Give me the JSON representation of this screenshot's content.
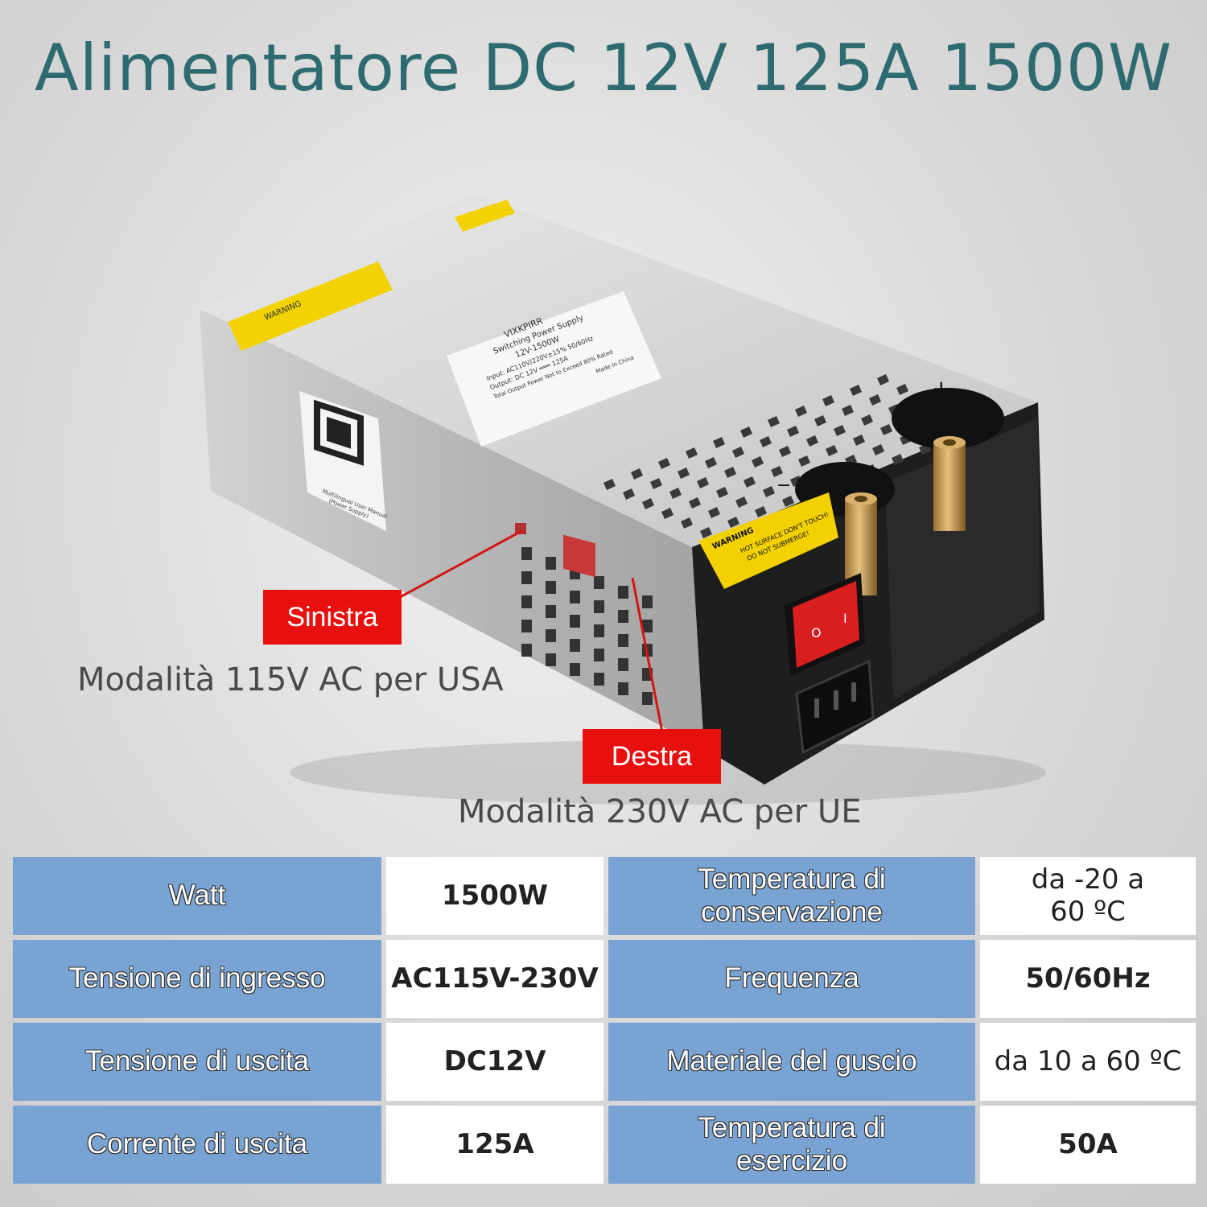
{
  "title": "Alimentatore DC 12V 125A 1500W",
  "product": {
    "brand": "VIXKPIRR",
    "label_lines": [
      "VIXKPIRR",
      "Switching Power Supply",
      "12V-1500W",
      "Input: AC110V/220V±15%  50/60Hz",
      "Output: DC 12V ═══ 125A",
      "Total Output Power Not to Exceed 80% Rated",
      "Made In China"
    ],
    "warning_top": "WARNING",
    "warning_front": "WARNING",
    "warning_front_lines": [
      "HOT SURFACE DON'T TOUCH!",
      "DO NOT SUBMERGE!"
    ],
    "manual_lines": [
      "Multilingual User Manual",
      "(Power Supply)"
    ],
    "terminal_plus": "+",
    "terminal_minus": "−",
    "switch_marks": [
      "I",
      "O"
    ]
  },
  "callouts": {
    "left": {
      "tag": "Sinistra",
      "text": "Modalità 115V AC per USA"
    },
    "right": {
      "tag": "Destra",
      "text": "Modalità 230V AC per UE"
    }
  },
  "specs": [
    {
      "label": "Watt",
      "value": "1500W",
      "label2": "Temperatura di conservazione",
      "value2": "da -20 a 60 ºC"
    },
    {
      "label": "Tensione di ingresso",
      "value": "AC115V-230V",
      "label2": "Frequenza",
      "value2": "50/60Hz"
    },
    {
      "label": "Tensione di uscita",
      "value": "DC12V",
      "label2": "Materiale del guscio",
      "value2": "da 10 a 60 ºC"
    },
    {
      "label": "Corrente di uscita",
      "value": "125A",
      "label2": "Temperatura di esercizio",
      "value2": "50A"
    }
  ]
}
